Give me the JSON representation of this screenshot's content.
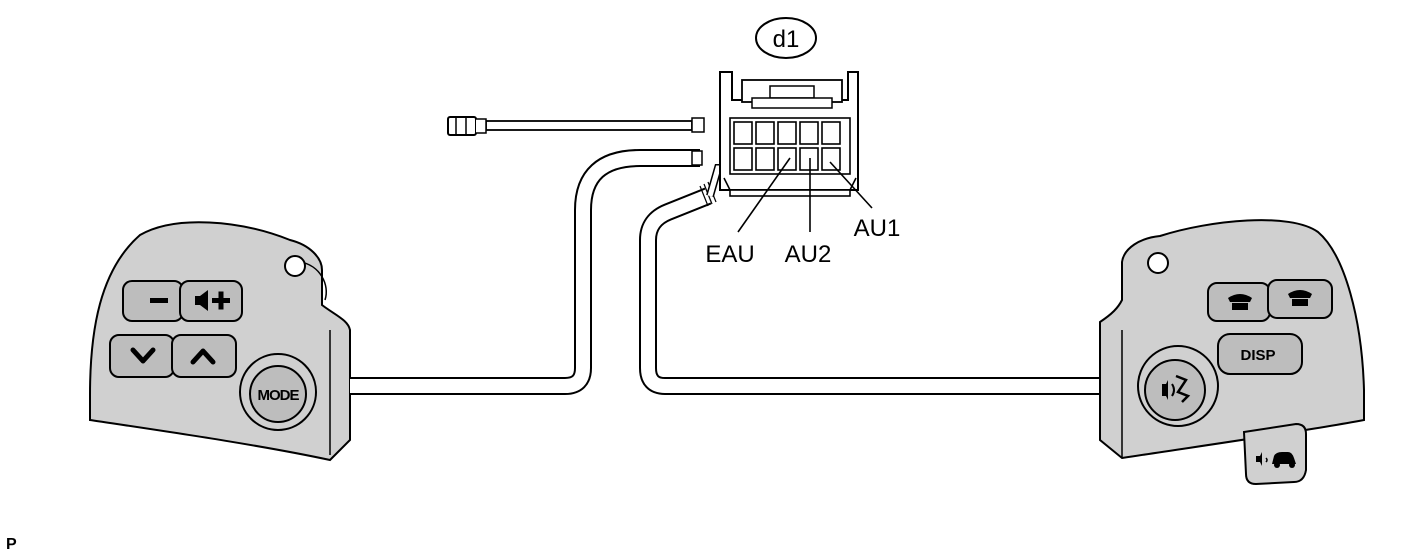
{
  "connector": {
    "id": "d1",
    "pins": [
      "EAU",
      "AU2",
      "AU1"
    ]
  },
  "left_switch": {
    "buttons": {
      "minus": "−",
      "volume_up": "◂+",
      "down": "⌄",
      "up": "⌃",
      "mode": "MODE"
    }
  },
  "right_switch": {
    "buttons": {
      "on_hook": "☎",
      "off_hook": "☎",
      "disp": "DISP",
      "voice": "voice-icon",
      "talk": "talk-icon"
    }
  },
  "footer": {
    "page_letter": "P"
  },
  "colors": {
    "housing": "#d0d0d0",
    "button": "#bdbdbd",
    "outline": "#000000",
    "background": "#ffffff"
  }
}
